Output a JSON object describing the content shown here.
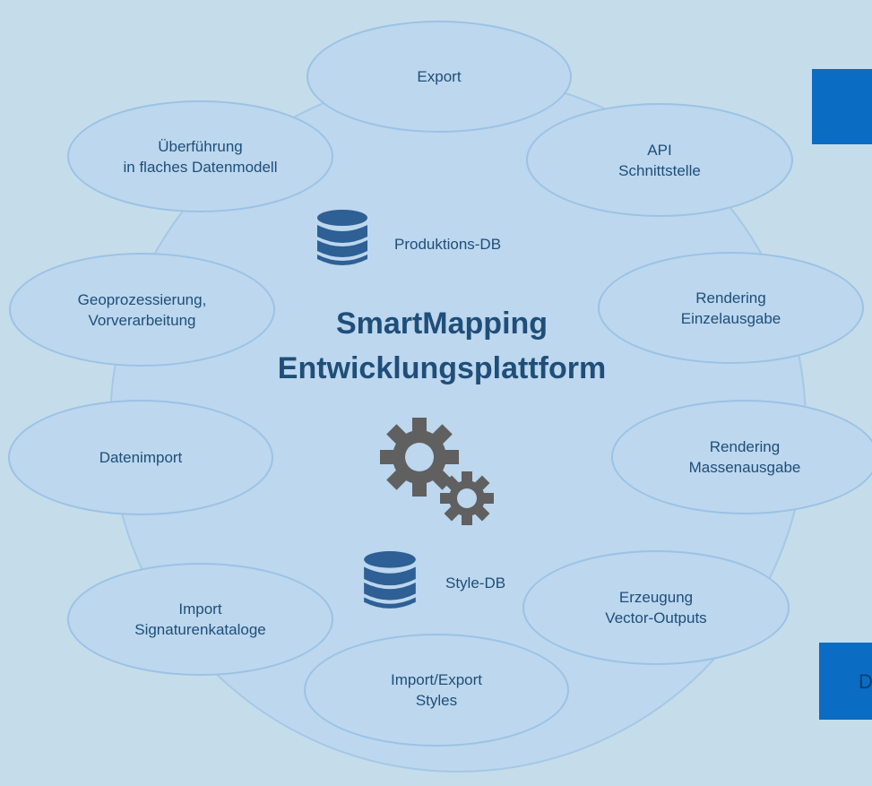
{
  "title": {
    "line1": "SmartMapping",
    "line2": "Entwicklungsplattform"
  },
  "databases": {
    "production_label": "Produktions-DB",
    "style_label": "Style-DB"
  },
  "steps": [
    {
      "id": "export",
      "label": "Export"
    },
    {
      "id": "api",
      "label": "API\nSchnittstelle"
    },
    {
      "id": "rendering-einzel",
      "label": "Rendering\nEinzelausgabe"
    },
    {
      "id": "rendering-massen",
      "label": "Rendering\nMassenausgabe"
    },
    {
      "id": "vector",
      "label": "Erzeugung\nVector-Outputs"
    },
    {
      "id": "import-export-styles",
      "label": "Import/Export\nStyles"
    },
    {
      "id": "signaturen",
      "label": "Import\nSignaturenkataloge"
    },
    {
      "id": "datenimport",
      "label": "Datenimport"
    },
    {
      "id": "geoprozessierung",
      "label": "Geoprozessierung,\nVorverarbeitung"
    },
    {
      "id": "ueberfuehrung",
      "label": "Überführung\nin flaches Datenmodell"
    }
  ],
  "side_panel": {
    "cutoff_letter": "D"
  },
  "colors": {
    "background": "#c5dcea",
    "bubble_fill": "#bcd7ee",
    "bubble_border": "#9cc2e4",
    "text": "#1f4e79",
    "db_icon": "#2e5f95",
    "gear": "#606060",
    "side_box": "#0a6cc2"
  },
  "icons": [
    "database-icon",
    "gears-icon"
  ]
}
